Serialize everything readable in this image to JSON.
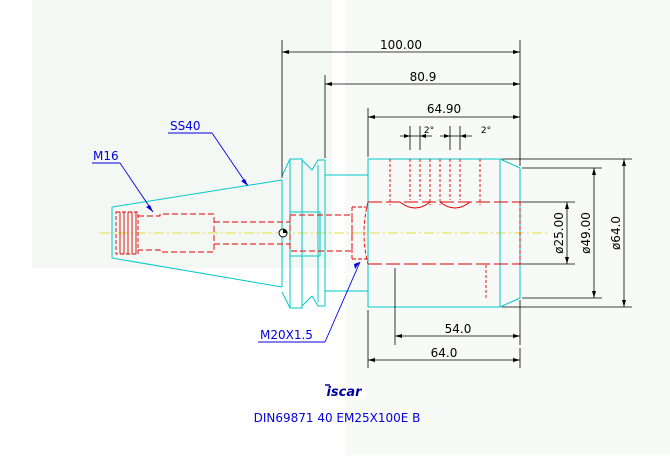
{
  "dimensions": {
    "overall_length": "100.00",
    "length_2": "80.9",
    "length_3": "64.90",
    "length_4": "54.0",
    "length_5": "64.0",
    "dia_bore": "ø25.00",
    "dia_mid": "ø49.00",
    "dia_outer": "ø64.0",
    "angle_a": "2°",
    "angle_b": "2°"
  },
  "callouts": {
    "taper": "SS40",
    "thread_small": "M16",
    "thread_large": "M20X1.5"
  },
  "brand": {
    "logo_text": "iscar"
  },
  "caption": "DIN69871  40  EM25X100E  B",
  "colors": {
    "outline": "#00c8c8",
    "hidden": "#e00000",
    "dimension": "#000000",
    "callout": "#0000e0",
    "center": "#d8d800"
  }
}
